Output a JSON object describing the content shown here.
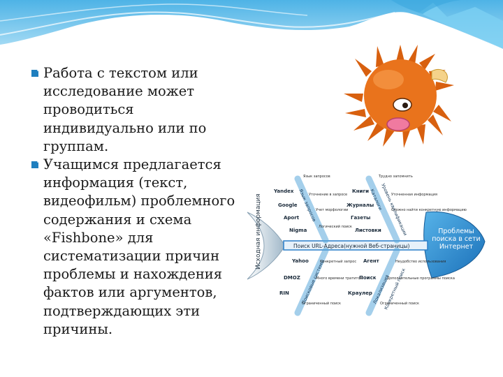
{
  "bullets": [
    "Работа с текстом или исследование может проводиться индивидуально или по группам.",
    "Учащимся предлагается информация (текст, видеофильм) проблемного содержания и схема «Fishbone» для систематизации причин проблемы и нахождения фактов или аргументов, подтверждающих эти причины."
  ],
  "fishbone": {
    "tail_label": "Исходная информация",
    "spine_label": "Поиск URL-Адреса(нужной Веб-страницы)",
    "head_label": "Проблемы поиска в сети Интернет",
    "upper_bones": [
      "Язык запросов",
      "Каталоги",
      "Уровень квалификации"
    ],
    "lower_bones": [
      "Поисковые системы",
      "Локализация",
      "Конкретный поиск"
    ],
    "left_sources": [
      "Yandex",
      "Google",
      "Aport",
      "Nigma",
      "Yahoo",
      "DMOZ",
      "RIN"
    ],
    "middle_items": [
      "Книги",
      "Журналы",
      "Газеты",
      "Листовки",
      "Агент",
      "Поиск",
      "Краулер"
    ],
    "notes": [
      "Язык запросов",
      "Уточнение в запросе",
      "Учет морфологии",
      "Логический поиск",
      "Трудно запомнить",
      "Уточненная информация",
      "Сложно найти конкретную информацию",
      "Конкретный запрос",
      "Много времени тратится",
      "Ограниченный поиск",
      "Неудобство использования",
      "Дополнительные программы поиска",
      "Ограниченный поиск"
    ]
  },
  "colors": {
    "sky": "#6cc4ec",
    "bullet": "#1f7fbf",
    "spine": "#2a7fc9",
    "head": "#2a8bd0",
    "puffer": "#e9731c"
  }
}
